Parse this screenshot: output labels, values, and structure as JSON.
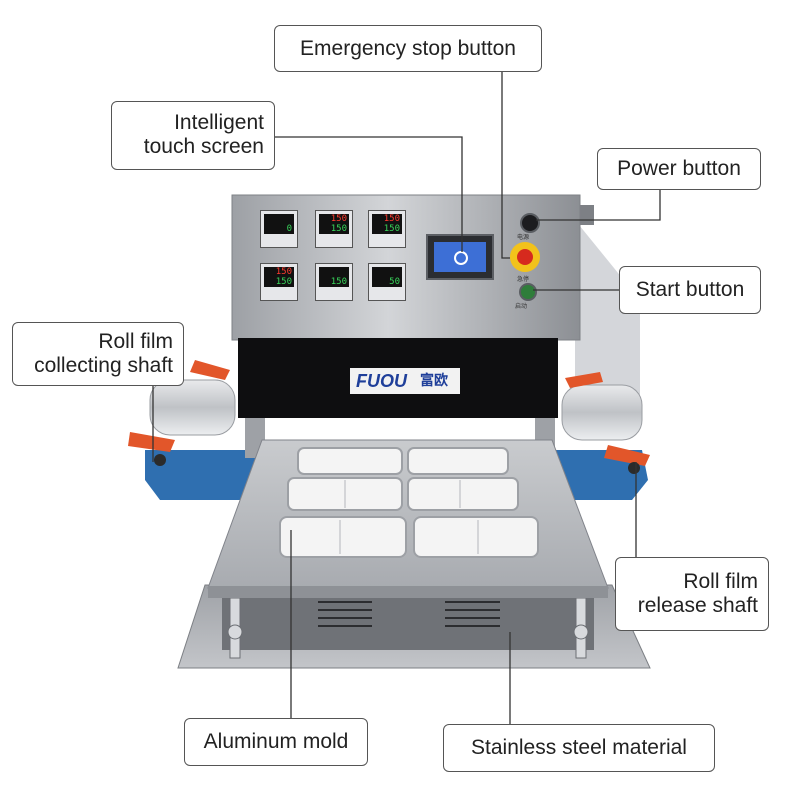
{
  "callouts": {
    "emergency_stop": "Emergency stop button",
    "touch_screen": [
      "Intelligent",
      "touch screen"
    ],
    "power": "Power button",
    "start": "Start button",
    "collecting_shaft": [
      "Roll film",
      "collecting shaft"
    ],
    "release_shaft": [
      "Roll film",
      "release shaft"
    ],
    "aluminum_mold": "Aluminum mold",
    "stainless_steel": "Stainless steel material"
  },
  "machine": {
    "brand_logo": "FUOU",
    "brand_cn": "富欧",
    "controllers": [
      {
        "top": "",
        "bottom": "0"
      },
      {
        "top": "150",
        "bottom": "150"
      },
      {
        "top": "150",
        "bottom": "150"
      },
      {
        "top": "150",
        "bottom": "150"
      },
      {
        "top": "",
        "bottom": "150"
      },
      {
        "top": "",
        "bottom": "50"
      }
    ],
    "power_label_cn": "电源",
    "estop_label_cn": "急停",
    "start_label_cn": "启动"
  },
  "colors": {
    "steel": "#b9bcc0",
    "steel_dark": "#8f9297",
    "blue_frame": "#2f6fb0",
    "orange_handle": "#e2562a",
    "estop_red": "#d62a1e",
    "estop_yellow": "#f2c21b",
    "screen_blue": "#3d6fd6",
    "callout_border": "#555555"
  }
}
